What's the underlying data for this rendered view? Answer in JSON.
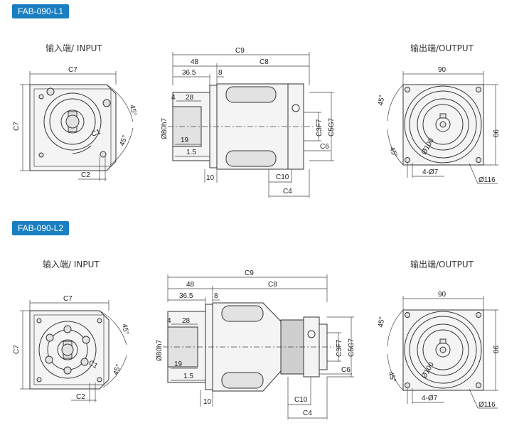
{
  "sections": [
    {
      "model": "FAB-090-L1",
      "input_label": "输入端/ INPUT",
      "output_label": "输出端/OUTPUT",
      "input_dims": {
        "c7_top": "C7",
        "c7_side": "C7",
        "c1": "C1",
        "c2": "C2",
        "angle_top": "45°",
        "angle_bottom": "45°"
      },
      "side_dims": {
        "c9": "C9",
        "d48": "48",
        "c8": "C8",
        "d36_5": "36.5",
        "d8": "8",
        "d4": "4",
        "d28": "28",
        "d80": "Ø80h7",
        "d19": "19",
        "d1_5": "1.5",
        "d10": "10",
        "c10": "C10",
        "c4": "C4",
        "c3": "C3F7",
        "c5": "C5G7",
        "c6": "C6"
      },
      "output_dims": {
        "d90_top": "90",
        "d90_side": "90",
        "angle_top": "45°",
        "angle_bottom": "45°",
        "d100": "Ø100",
        "holes": "4-Ø7",
        "d116": "Ø116"
      }
    },
    {
      "model": "FAB-090-L2",
      "input_label": "输入端/ INPUT",
      "output_label": "输出端/OUTPUT",
      "input_dims": {
        "c7_top": "C7",
        "c7_side": "C7",
        "c1": "C1",
        "c2": "C2",
        "angle_top": "45°",
        "angle_bottom": "45°"
      },
      "side_dims": {
        "c9": "C9",
        "d48": "48",
        "c8": "C8",
        "d36_5": "36.5",
        "d8": "8",
        "d4": "4",
        "d28": "28",
        "d80": "Ø80h7",
        "d19": "19",
        "d1_5": "1.5",
        "d10": "10",
        "c10": "C10",
        "c4": "C4",
        "c3": "C3F7",
        "c5": "C5G7",
        "c6": "C6"
      },
      "output_dims": {
        "d90_top": "90",
        "d90_side": "90",
        "angle_top": "45°",
        "angle_bottom": "45°",
        "d100": "Ø100",
        "holes": "4-Ø7",
        "d116": "Ø116"
      }
    }
  ]
}
